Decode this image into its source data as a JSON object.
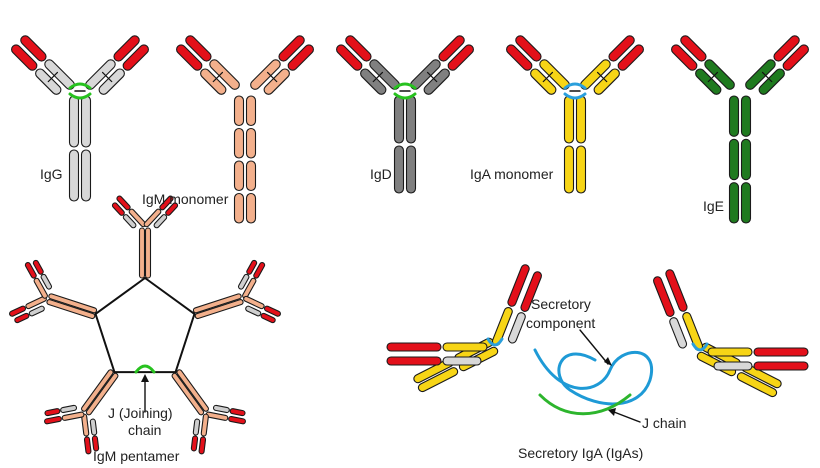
{
  "colors": {
    "variable_red": "#e3101a",
    "igg_heavy": "#d8d8d8",
    "igg_constant_blue": "#1d5e8e",
    "igm_salmon": "#f3b08c",
    "igd_dark": "#808080",
    "iga_yellow": "#f7d516",
    "ige_green": "#1f7a1f",
    "hinge_green": "#27c21f",
    "hinge_blue": "#2a9fdc",
    "secretory_blue": "#1e9ad6",
    "j_chain_green": "#2db52d"
  },
  "labels": {
    "igg": "IgG",
    "igm_monomer": "IgM monomer",
    "igd": "IgD",
    "iga_monomer": "IgA monomer",
    "ige": "IgE",
    "igm_pentamer": "IgM pentamer",
    "j_chain_pentamer_line1": "J (Joining)",
    "j_chain_pentamer_line2": "chain",
    "secretory_component_line1": "Secretory",
    "secretory_component_line2": "component",
    "j_chain": "J chain",
    "secretory_iga": "Secretory IgA (IgAs)"
  }
}
